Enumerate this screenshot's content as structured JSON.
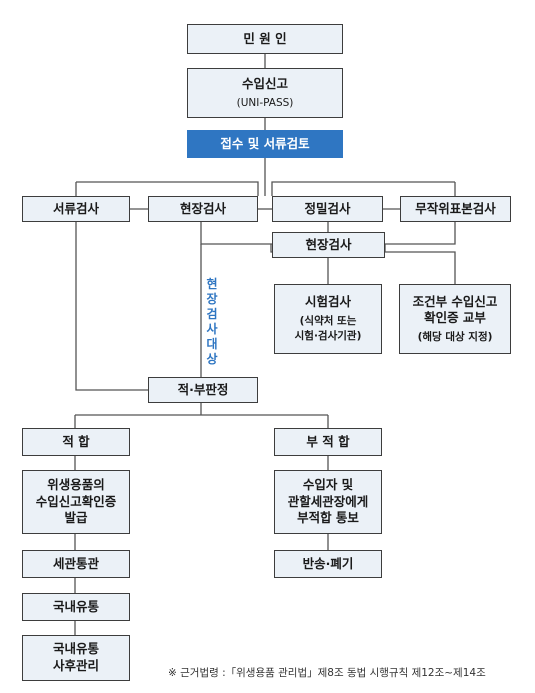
{
  "nodes": {
    "applicant": "민 원 인",
    "import_report": "수입신고",
    "import_report_sub": "(UNI-PASS)",
    "receipt_review": "접수 및 서류검토",
    "doc_inspection": "서류검사",
    "site_inspection_top": "현장검사",
    "precise_inspection": "정밀검사",
    "unlabeled_inspection": "무작위표본검사",
    "site_inspection_mid": "현장검사",
    "lab_test": "시험검사",
    "lab_test_sub1": "(식약처 또는",
    "lab_test_sub2": "시험·검사기관)",
    "conditional_l1": "조건부 수입신고",
    "conditional_l2": "확인증 교부",
    "conditional_sub": "(해당 대상 지정)",
    "judgment": "적·부판정",
    "pass": "적 합",
    "fail": "부 적 합",
    "issue_l1": "위생용품의",
    "issue_l2": "수입신고확인증",
    "issue_l3": "발급",
    "notify_l1": "수입자 및",
    "notify_l2": "관할세관장에게",
    "notify_l3": "부적합 통보",
    "customs": "세관통관",
    "return_dispose": "반송·폐기",
    "domestic": "국내유통",
    "post_l1": "국내유통",
    "post_l2": "사후관리"
  },
  "side_label": "현장검사대상",
  "footnote": "※ 근거법령 :「위생용품 관리법」제8조 동법 시행규칙 제12조~제14조",
  "colors": {
    "box_fill": "#ebf1f7",
    "accent_blue": "#2f76c2",
    "line": "#555555"
  }
}
